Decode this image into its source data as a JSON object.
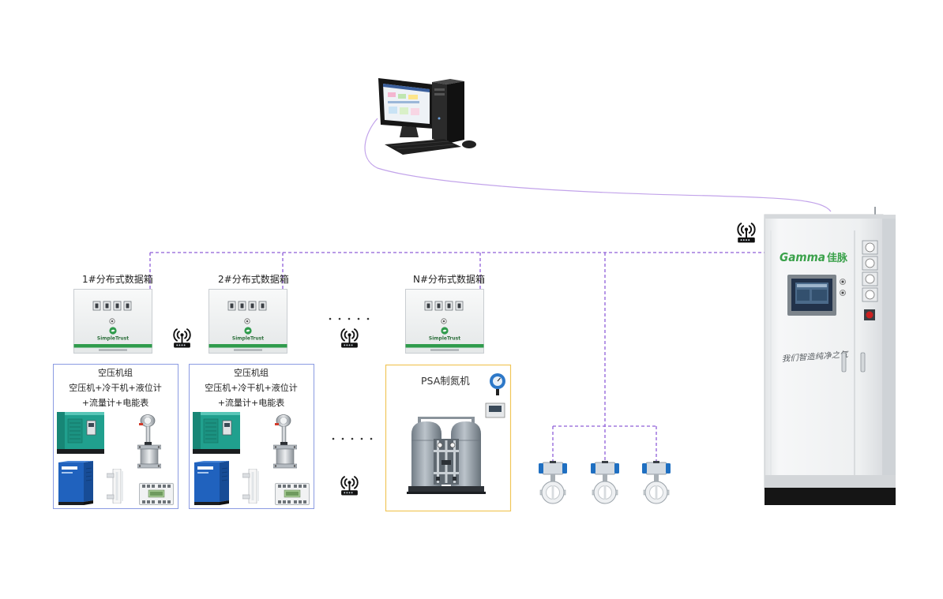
{
  "diagram": {
    "data_boxes": [
      {
        "label": "1#分布式数据箱"
      },
      {
        "label": "2#分布式数据箱"
      },
      {
        "label": "N#分布式数据箱"
      }
    ],
    "data_box_logo": "SimpleTrust",
    "equipment_groups": [
      {
        "title": "空压机组",
        "line1": "空压机+冷干机+液位计",
        "line2": "+流量计+电能表"
      },
      {
        "title": "空压机组",
        "line1": "空压机+冷干机+液位计",
        "line2": "+流量计+电能表"
      }
    ],
    "psa": {
      "title": "PSA制氮机"
    },
    "cabinet": {
      "logo_latin": "Gamma",
      "logo_cn": "佳脉",
      "slogan": "我们智造纯净之气"
    }
  },
  "icons": {
    "workstation": "desktop-computer-icon",
    "wireless": "wireless-router-icon",
    "data_box": "distributed-data-box-icon",
    "compressor": "air-compressor-icon",
    "dryer": "refrigerated-dryer-icon",
    "flowmeter": "flowmeter-icon",
    "level_gauge": "level-gauge-icon",
    "energy_meter": "energy-meter-icon",
    "psa_generator": "psa-nitrogen-generator-icon",
    "pressure_gauge": "pressure-gauge-icon",
    "valve": "pneumatic-butterfly-valve-icon",
    "cabinet": "control-cabinet-icon"
  },
  "colors": {
    "network_link": "#8f5fd8",
    "uplink_curve": "#c2a3ea",
    "group_border": "#8b9be2",
    "psa_border": "#f0c65a",
    "brand_green": "#3aa14a",
    "valve_blue": "#1f6fc1"
  }
}
